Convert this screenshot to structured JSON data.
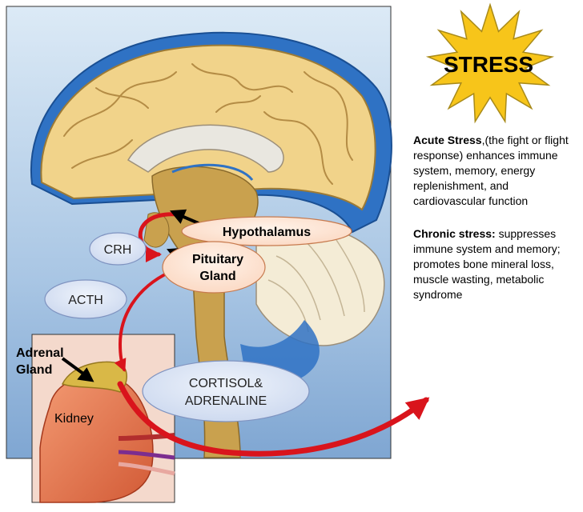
{
  "stress_burst": {
    "label": "STRESS",
    "fill": "#f7c51a",
    "outline": "#a88a1a"
  },
  "labels": {
    "hypothalamus": "Hypothalamus",
    "pituitary_line1": "Pituitary",
    "pituitary_line2": "Gland",
    "crh": "CRH",
    "acth": "ACTH",
    "adrenal_line1": "Adrenal",
    "adrenal_line2": "Gland",
    "kidney": "Kidney",
    "hormones_line1": "CORTISOL&",
    "hormones_line2": "ADRENALINE"
  },
  "notes": {
    "acute": {
      "title": "Acute Stress",
      "text": ",(the fight or flight response) enhances immune system, memory, energy replenishment, and cardiovascular function"
    },
    "chronic": {
      "title": "Chronic stress:",
      "text": " suppresses immune system and memory; promotes bone mineral loss, muscle wasting, metabolic syndrome"
    }
  },
  "colors": {
    "brain": "#f1d38a",
    "brain_dark": "#c9a14e",
    "csf_blue": "#2f72c4",
    "background_blue": "#bcd5ec",
    "arrow_red": "#d9141c",
    "oval_blue": "#dfe7f6",
    "oval_peach": "#fde7d8"
  }
}
